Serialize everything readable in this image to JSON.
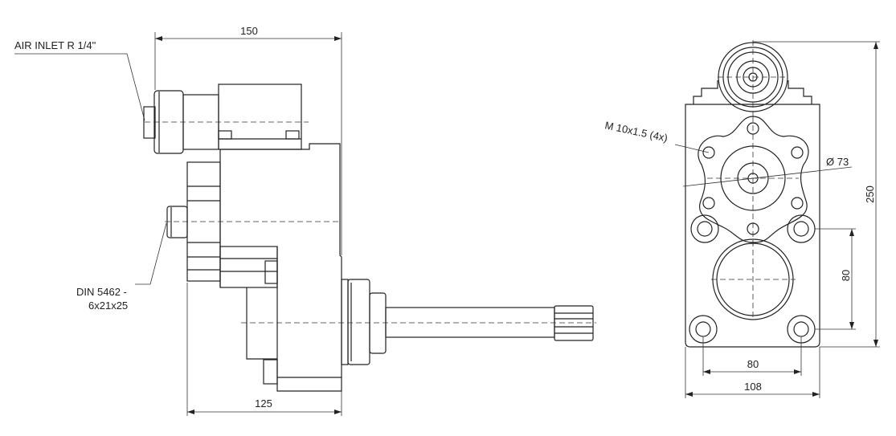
{
  "drawing": {
    "side_view": {
      "labels": {
        "air_inlet": "AIR INLET R 1/4\"",
        "din_line1": "DIN 5462 -",
        "din_line2": "6x21x25"
      },
      "dimensions": {
        "overall_length": "150",
        "body_length": "125"
      }
    },
    "front_view": {
      "labels": {
        "thread": "M 10x1.5 (4x)",
        "diameter": "Ø 73"
      },
      "dimensions": {
        "height": "250",
        "hole_spacing_vertical": "80",
        "hole_spacing_horizontal": "80",
        "width": "108"
      }
    }
  }
}
